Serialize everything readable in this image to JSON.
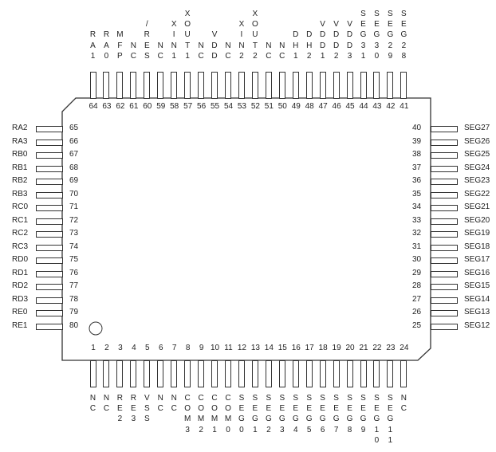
{
  "chip": {
    "package": "80-pin QFP",
    "pin1_marker": "circle",
    "top_pins": [
      {
        "num": "64",
        "name": "RA1"
      },
      {
        "num": "63",
        "name": "RA0"
      },
      {
        "num": "62",
        "name": "MFP"
      },
      {
        "num": "61",
        "name": "NC"
      },
      {
        "num": "60",
        "name": "/RES"
      },
      {
        "num": "59",
        "name": "NC"
      },
      {
        "num": "58",
        "name": "XIN1"
      },
      {
        "num": "57",
        "name": "XOUT1"
      },
      {
        "num": "56",
        "name": "NC"
      },
      {
        "num": "55",
        "name": "VDD"
      },
      {
        "num": "54",
        "name": "NC"
      },
      {
        "num": "53",
        "name": "XIN2"
      },
      {
        "num": "52",
        "name": "XOUT2"
      },
      {
        "num": "51",
        "name": "NC"
      },
      {
        "num": "50",
        "name": "NC"
      },
      {
        "num": "49",
        "name": "DH1"
      },
      {
        "num": "48",
        "name": "DH2"
      },
      {
        "num": "47",
        "name": "VDD1"
      },
      {
        "num": "46",
        "name": "VDD2"
      },
      {
        "num": "45",
        "name": "VDD3"
      },
      {
        "num": "44",
        "name": "SEG31"
      },
      {
        "num": "43",
        "name": "SEG30"
      },
      {
        "num": "42",
        "name": "SEG29"
      },
      {
        "num": "41",
        "name": "SEG28"
      }
    ],
    "bottom_pins": [
      {
        "num": "1",
        "name": "NC"
      },
      {
        "num": "2",
        "name": "NC"
      },
      {
        "num": "3",
        "name": "RE2"
      },
      {
        "num": "4",
        "name": "RE3"
      },
      {
        "num": "5",
        "name": "VSS"
      },
      {
        "num": "6",
        "name": "NC"
      },
      {
        "num": "7",
        "name": "NC"
      },
      {
        "num": "8",
        "name": "COM3"
      },
      {
        "num": "9",
        "name": "COM2"
      },
      {
        "num": "10",
        "name": "COM1"
      },
      {
        "num": "11",
        "name": "COM0"
      },
      {
        "num": "12",
        "name": "SEG0"
      },
      {
        "num": "13",
        "name": "SEG1"
      },
      {
        "num": "14",
        "name": "SEG2"
      },
      {
        "num": "15",
        "name": "SEG3"
      },
      {
        "num": "16",
        "name": "SEG4"
      },
      {
        "num": "17",
        "name": "SEG5"
      },
      {
        "num": "18",
        "name": "SEG6"
      },
      {
        "num": "19",
        "name": "SEG7"
      },
      {
        "num": "20",
        "name": "SEG8"
      },
      {
        "num": "21",
        "name": "SEG9"
      },
      {
        "num": "22",
        "name": "SEG10"
      },
      {
        "num": "23",
        "name": "SEG11"
      },
      {
        "num": "24",
        "name": "NC"
      }
    ],
    "left_pins": [
      {
        "num": "65",
        "name": "RA2"
      },
      {
        "num": "66",
        "name": "RA3"
      },
      {
        "num": "67",
        "name": "RB0"
      },
      {
        "num": "68",
        "name": "RB1"
      },
      {
        "num": "69",
        "name": "RB2"
      },
      {
        "num": "70",
        "name": "RB3"
      },
      {
        "num": "71",
        "name": "RC0"
      },
      {
        "num": "72",
        "name": "RC1"
      },
      {
        "num": "73",
        "name": "RC2"
      },
      {
        "num": "74",
        "name": "RC3"
      },
      {
        "num": "75",
        "name": "RD0"
      },
      {
        "num": "76",
        "name": "RD1"
      },
      {
        "num": "77",
        "name": "RD2"
      },
      {
        "num": "78",
        "name": "RD3"
      },
      {
        "num": "79",
        "name": "RE0"
      },
      {
        "num": "80",
        "name": "RE1"
      }
    ],
    "right_pins": [
      {
        "num": "40",
        "name": "SEG27"
      },
      {
        "num": "39",
        "name": "SEG26"
      },
      {
        "num": "38",
        "name": "SEG25"
      },
      {
        "num": "37",
        "name": "SEG24"
      },
      {
        "num": "36",
        "name": "SEG23"
      },
      {
        "num": "35",
        "name": "SEG22"
      },
      {
        "num": "34",
        "name": "SEG21"
      },
      {
        "num": "33",
        "name": "SEG20"
      },
      {
        "num": "32",
        "name": "SEG19"
      },
      {
        "num": "31",
        "name": "SEG18"
      },
      {
        "num": "30",
        "name": "SEG17"
      },
      {
        "num": "29",
        "name": "SEG16"
      },
      {
        "num": "28",
        "name": "SEG15"
      },
      {
        "num": "27",
        "name": "SEG14"
      },
      {
        "num": "26",
        "name": "SEG13"
      },
      {
        "num": "25",
        "name": "SEG12"
      }
    ]
  },
  "colors": {
    "outline": "#333333",
    "text": "#222222",
    "background": "#ffffff"
  }
}
